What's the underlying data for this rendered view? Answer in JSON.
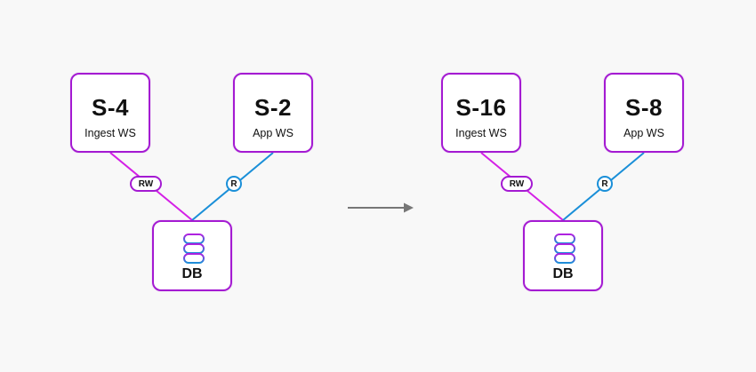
{
  "colors": {
    "accent": "#a41ad2",
    "read_line": "#1a8fd8",
    "arrow": "#777777",
    "background": "#f8f8f8"
  },
  "left": {
    "writer": {
      "title": "S-4",
      "subtitle": "Ingest WS"
    },
    "reader": {
      "title": "S-2",
      "subtitle": "App  WS"
    },
    "db_label": "DB",
    "write_badge": "RW",
    "read_badge": "R"
  },
  "right": {
    "writer": {
      "title": "S-16",
      "subtitle": "Ingest WS"
    },
    "reader": {
      "title": "S-8",
      "subtitle": "App  WS"
    },
    "db_label": "DB",
    "write_badge": "RW",
    "read_badge": "R"
  },
  "icons": {
    "database": "database-icon",
    "arrow": "arrow-right-icon"
  }
}
